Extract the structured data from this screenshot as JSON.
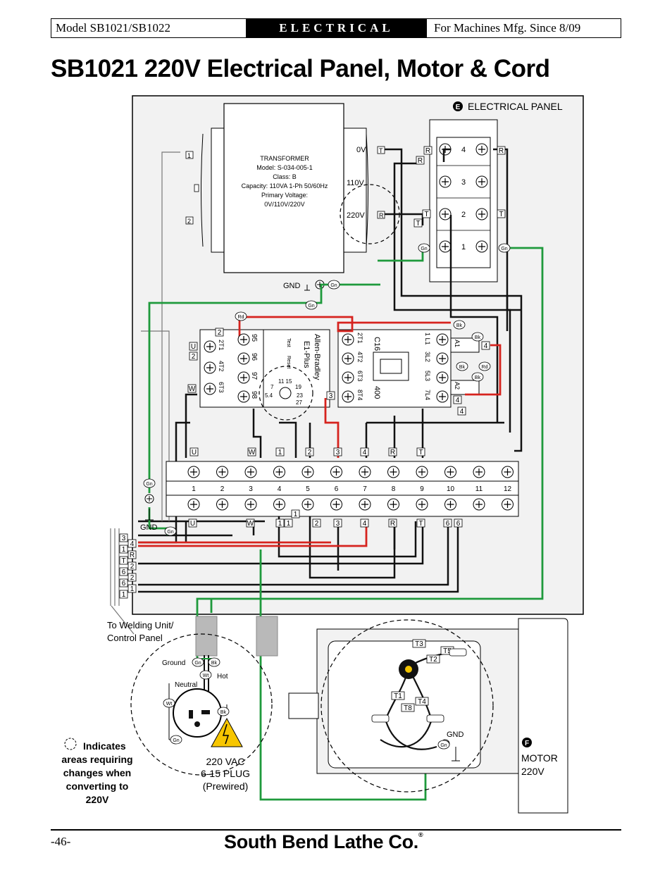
{
  "header": {
    "model": "Model SB1021/SB1022",
    "section": "ELECTRICAL",
    "date": "For Machines Mfg. Since 8/09"
  },
  "title": "SB1021 220V Electrical Panel, Motor & Cord",
  "panel": {
    "badge_e": "E",
    "label": "ELECTRICAL PANEL",
    "transformer": {
      "name": "TRANSFORMER",
      "model": "Model: S-034-005-1",
      "class": "Class: B",
      "capacity": "Capacity: 110VA 1-Ph 50/60Hz",
      "primary": "Primary Voltage:",
      "voltages": "0V/110V/220V",
      "tap_0v": "0V",
      "tap_110v": "110V",
      "tap_220v": "220V"
    },
    "gnd": "GND",
    "overload": {
      "brand": "Allen-Bradley",
      "model": "E1-Plus",
      "test": "Test",
      "reset": "Reset",
      "top_terms": [
        "95",
        "96",
        "97",
        "98"
      ],
      "bottom_terms": [
        "2T1",
        "4T2",
        "6T3"
      ],
      "dial": [
        "11 15",
        "7",
        "19",
        "5.4",
        "23",
        "27"
      ]
    },
    "contactor": {
      "name": "C16",
      "rating": "400",
      "top_terms": [
        "2T1",
        "4T2",
        "6T3",
        "8T4"
      ],
      "bottom_terms": [
        "1 L1",
        "3L2",
        "5L3",
        "7L4"
      ],
      "coil": [
        "A1",
        "A2"
      ]
    },
    "terminal_strip_small": [
      "4",
      "3",
      "2",
      "1"
    ],
    "terminal_bar_numbers": [
      "1",
      "2",
      "3",
      "4",
      "5",
      "6",
      "7",
      "8",
      "9",
      "10",
      "11",
      "12"
    ],
    "top_wire_labels": [
      "U",
      "W",
      "1",
      "2",
      "3",
      "4",
      "R",
      "T"
    ],
    "bottom_wire_labels": [
      "U",
      "W",
      "1",
      "1",
      "2",
      "3",
      "4",
      "R",
      "T",
      "6",
      "6"
    ],
    "cable_labels_left": [
      "3",
      "1",
      "T",
      "6",
      "6",
      "1"
    ],
    "cable_labels_right": [
      "4",
      "R",
      "2",
      "2",
      "1"
    ],
    "wire_tags": {
      "red": "Rd",
      "black": "Bk",
      "green": "Gn",
      "white": "Wt",
      "u": "U",
      "w": "W",
      "r": "R",
      "t": "T",
      "one": "1",
      "two": "2",
      "three": "3",
      "four": "4"
    }
  },
  "welding_note": "To Welding Unit/ Control Panel",
  "plug": {
    "ground": "Ground",
    "hot": "Hot",
    "neutral": "Neutral",
    "label1": "220 VAC",
    "label2": "6-15 PLUG",
    "label3": "(Prewired)"
  },
  "legend": "Indicates areas requiring changes when converting to 220V",
  "motor": {
    "badge_f": "F",
    "label": "MOTOR",
    "voltage": "220V",
    "gnd": "GND",
    "leads": [
      "T1",
      "T2",
      "T3",
      "T4",
      "T5",
      "T8"
    ]
  },
  "footer": {
    "page": "-46-",
    "brand": "South Bend Lathe Co."
  },
  "colors": {
    "red_wire": "#d6231e",
    "green_wire": "#1f9a3c",
    "black_wire": "#111111",
    "panel_bg": "#f2f2f2",
    "motor_bg": "#f2f2f2",
    "sleeve": "#b9b9b9"
  }
}
